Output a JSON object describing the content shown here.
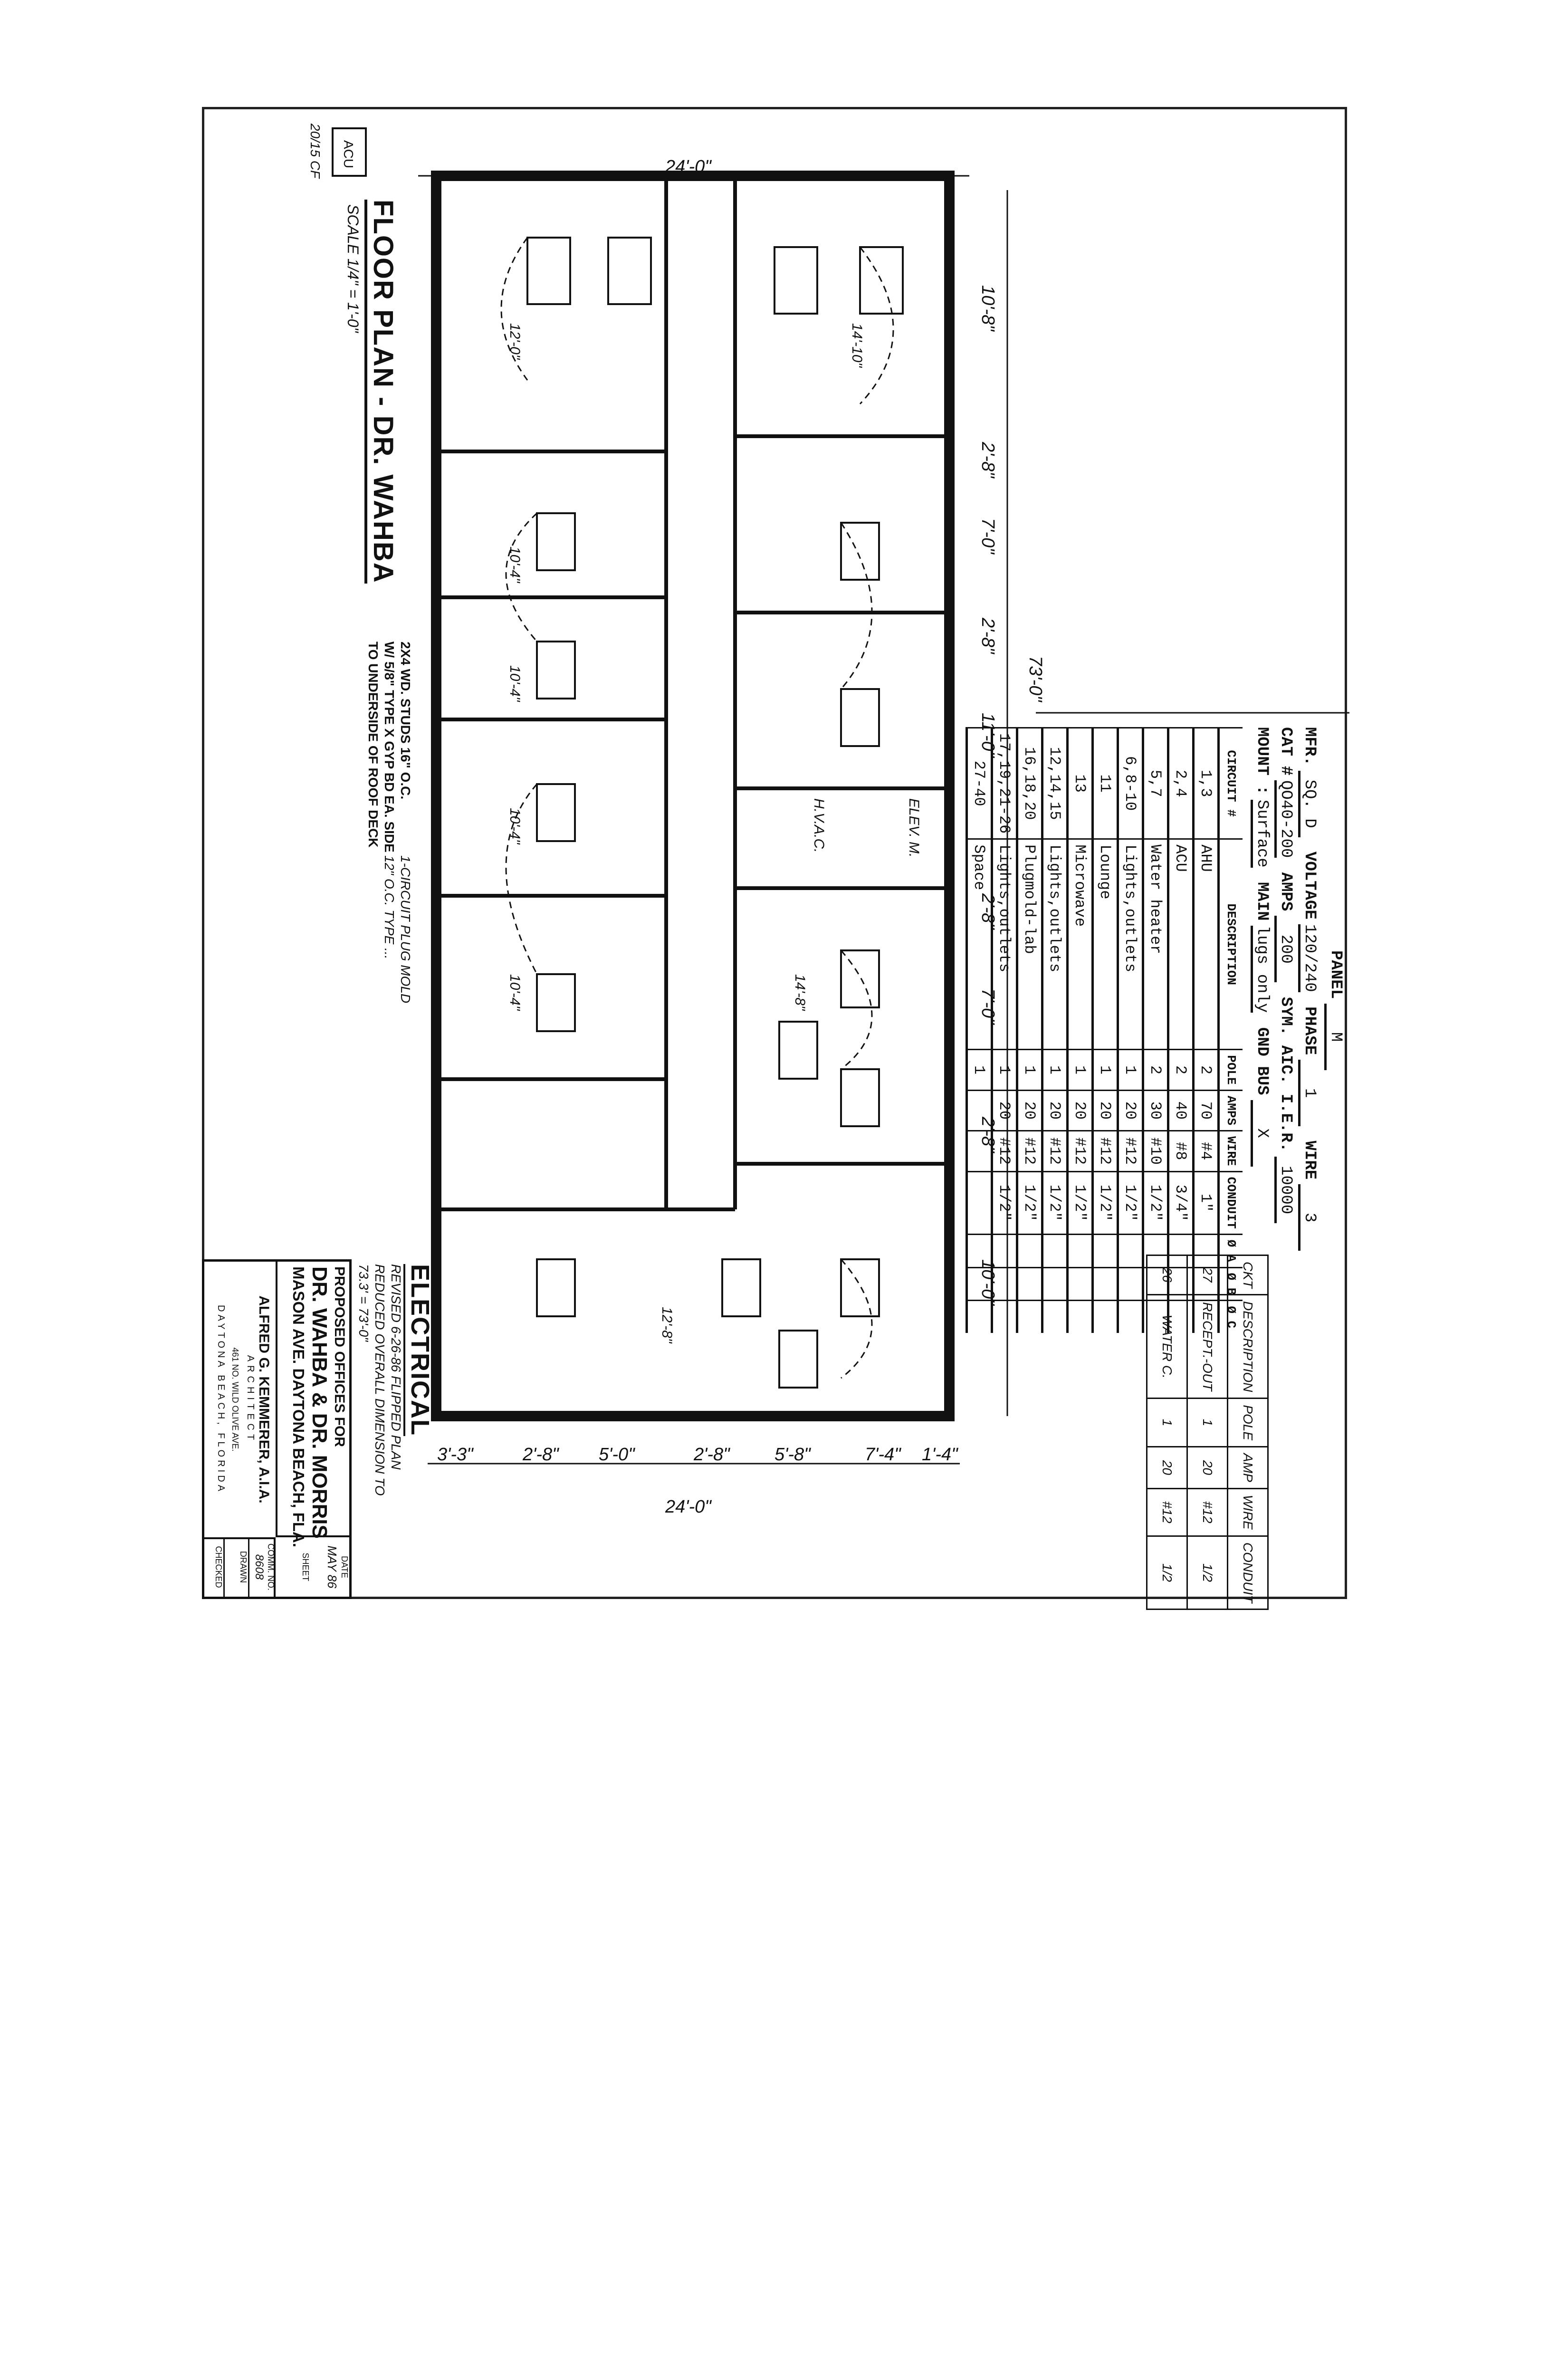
{
  "plan_title": "FLOOR PLAN - DR. WAHBA",
  "plan_scale": "SCALE 1/4\" = 1'-0\"",
  "ac_unit_label": "ACU",
  "ac_note": "20/15 CF",
  "wall_note": [
    "2X4 WD. STUDS 16\" O.C.",
    "W/ 5/8\" TYPE X GYP BD EA. SIDE",
    "TO UNDERSIDE OF ROOF DECK"
  ],
  "plugmold_note": [
    "1-CIRCUIT PLUG MOLD",
    "12\" O.C. TYPE ..."
  ],
  "dimensions": {
    "top_overall": "24'-0\"",
    "bottom_overall": "24'-0\"",
    "side_overall": "73'-0\"",
    "side": [
      "10'-8\"",
      "2'-8\"",
      "7'-0\"",
      "2'-8\"",
      "11'-0\"",
      "2'-8\"",
      "7'-0\"",
      "2'-8\"",
      "10'-0\""
    ],
    "bottom": [
      "3'-3\"",
      "2'-8\"",
      "5'-0\"",
      "2'-8\"",
      "5'-8\"",
      "7'-4\"",
      "1'-4\""
    ]
  },
  "room_dims": [
    "12'-0\"",
    "14'-10\"",
    "10'-4\"",
    "10'-4\"",
    "10'-4\"",
    "10'-4\"",
    "12'-8\"",
    "14'-8\""
  ],
  "room_labels": [
    "H.V.A.C.",
    "ELEV. M."
  ],
  "panel": {
    "title": "PANEL",
    "panel_id": "M",
    "mfr_label": "MFR.",
    "mfr": "SQ. D",
    "voltage_label": "VOLTAGE",
    "voltage": "120/240",
    "phase_label": "PHASE",
    "phase": "1",
    "wire_label": "WIRE",
    "wire": "3",
    "cat_label": "CAT #",
    "cat": "QO40-200",
    "amps_label": "AMPS",
    "amps": "200",
    "sym_label": "SYM. AIC. I.E.R.",
    "sym": "10000",
    "mount_label": "MOUNT :",
    "mount": "Surface",
    "main_label": "MAIN",
    "main": "lugs only",
    "gnd_label": "GND BUS",
    "gnd": "X",
    "columns": [
      "CIRCUIT #",
      "DESCRIPTION",
      "POLE",
      "AMPS",
      "WIRE",
      "CONDUIT",
      "Ø A",
      "Ø B",
      "Ø C"
    ],
    "rows": [
      [
        "1,3",
        "AHU",
        "2",
        "70",
        "#4",
        "1\"",
        "",
        "",
        ""
      ],
      [
        "2,4",
        "ACU",
        "2",
        "40",
        "#8",
        "3/4\"",
        "",
        "",
        ""
      ],
      [
        "5,7",
        "Water heater",
        "2",
        "30",
        "#10",
        "1/2\"",
        "",
        "",
        ""
      ],
      [
        "6,8-10",
        "Lights,outlets",
        "1",
        "20",
        "#12",
        "1/2\"",
        "",
        "",
        ""
      ],
      [
        "11",
        "Lounge",
        "1",
        "20",
        "#12",
        "1/2\"",
        "",
        "",
        ""
      ],
      [
        "13",
        "Microwave",
        "1",
        "20",
        "#12",
        "1/2\"",
        "",
        "",
        ""
      ],
      [
        "12,14,15",
        "Lights,outlets",
        "1",
        "20",
        "#12",
        "1/2\"",
        "",
        "",
        ""
      ],
      [
        "16,18,20",
        "Plugmold-lab",
        "1",
        "20",
        "#12",
        "1/2\"",
        "",
        "",
        ""
      ],
      [
        "17,19,21-26",
        "Lights,outlets",
        "1",
        "20",
        "#12",
        "1/2\"",
        "",
        "",
        ""
      ],
      [
        "27-40",
        "Space",
        "1",
        "",
        "",
        "",
        "",
        "",
        ""
      ]
    ]
  },
  "added_circuits": {
    "columns": [
      "CKT",
      "DESCRIPTION",
      "POLE",
      "AMP",
      "WIRE",
      "CONDUIT"
    ],
    "rows": [
      [
        "27",
        "RECEPT.-OUT",
        "1",
        "20",
        "#12",
        "1/2"
      ],
      [
        "26",
        "WATER C.",
        "1",
        "20",
        "#12",
        "1/2"
      ]
    ]
  },
  "revision": {
    "heading": "ELECTRICAL",
    "notes": [
      "REVISED 6-26-86 FLIPPED PLAN",
      "REDUCED OVERALL DIMENSION TO",
      "73.3' = 73'-0\""
    ]
  },
  "title_block": {
    "line1": "PROPOSED OFFICES FOR",
    "line2": "DR. WAHBA & DR. MORRIS",
    "line3": "MASON AVE. DAYTONA BEACH, FLA.",
    "architect": "ALFRED G. KEMMERER, A.I.A.",
    "architect_role": "ARCHITECT",
    "address": "461 NO. WILD OLIVE AVE.",
    "city": "DAYTONA BEACH, FLORIDA",
    "comm_label": "COMM. NO.",
    "comm_no": "8608",
    "drawn_label": "DRAWN",
    "checked_label": "CHECKED",
    "date_label": "DATE",
    "date": "MAY 86",
    "sheet_label": "SHEET"
  }
}
